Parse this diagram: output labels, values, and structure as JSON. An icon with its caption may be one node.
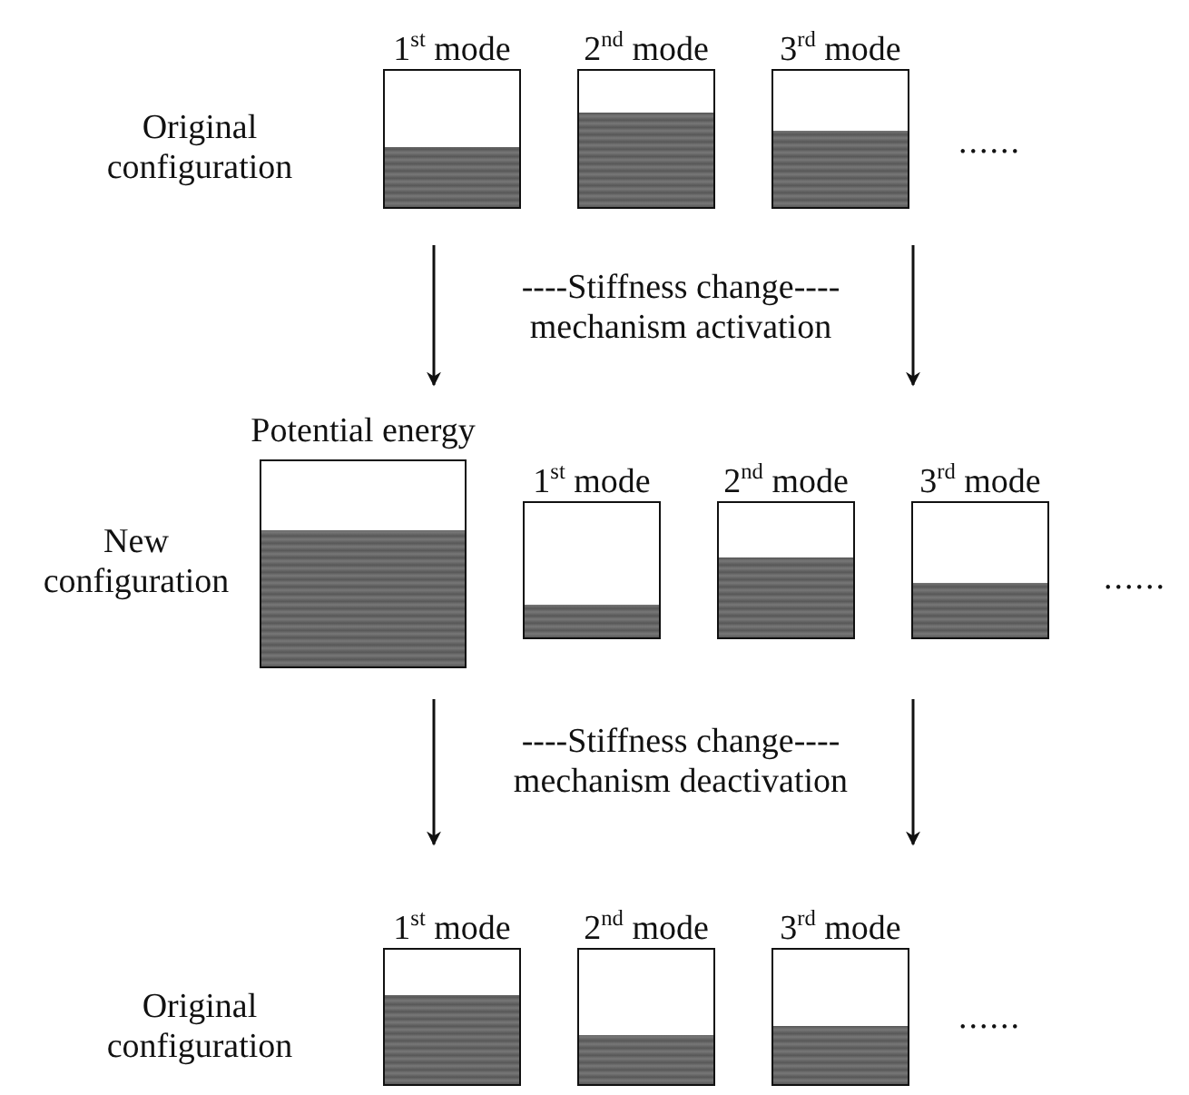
{
  "diagram": {
    "nodes": [
      {
        "text": [
          "1$^{st}$ mode"
        ]
      },
      {
        "text": [
          "2$^{nd}$ mode"
        ]
      },
      {
        "text": [
          "3$^{rd}$ mode"
        ]
      },
      {
        "text": [
          "Potential energy"
        ]
      },
      {
        "text": [
          "1$^{st}$ mode"
        ]
      },
      {
        "text": [
          "2$^{nd}$ mode"
        ]
      },
      {
        "text": [
          "3$^{rd}$ mode"
        ]
      },
      {
        "text": [
          "1$^{st}$ mode"
        ]
      },
      {
        "text": [
          "2$^{nd}$ mode"
        ]
      },
      {
        "text": [
          "3$^{rd}$ mode"
        ]
      }
    ],
    "labels": [
      "Original configuration",
      "......",
      "----Stiffness change---- mechanism activation",
      "New configuration",
      "......",
      "----Stiffness change---- mechanism deactivation",
      "Original configuration",
      "......"
    ]
  }
}
